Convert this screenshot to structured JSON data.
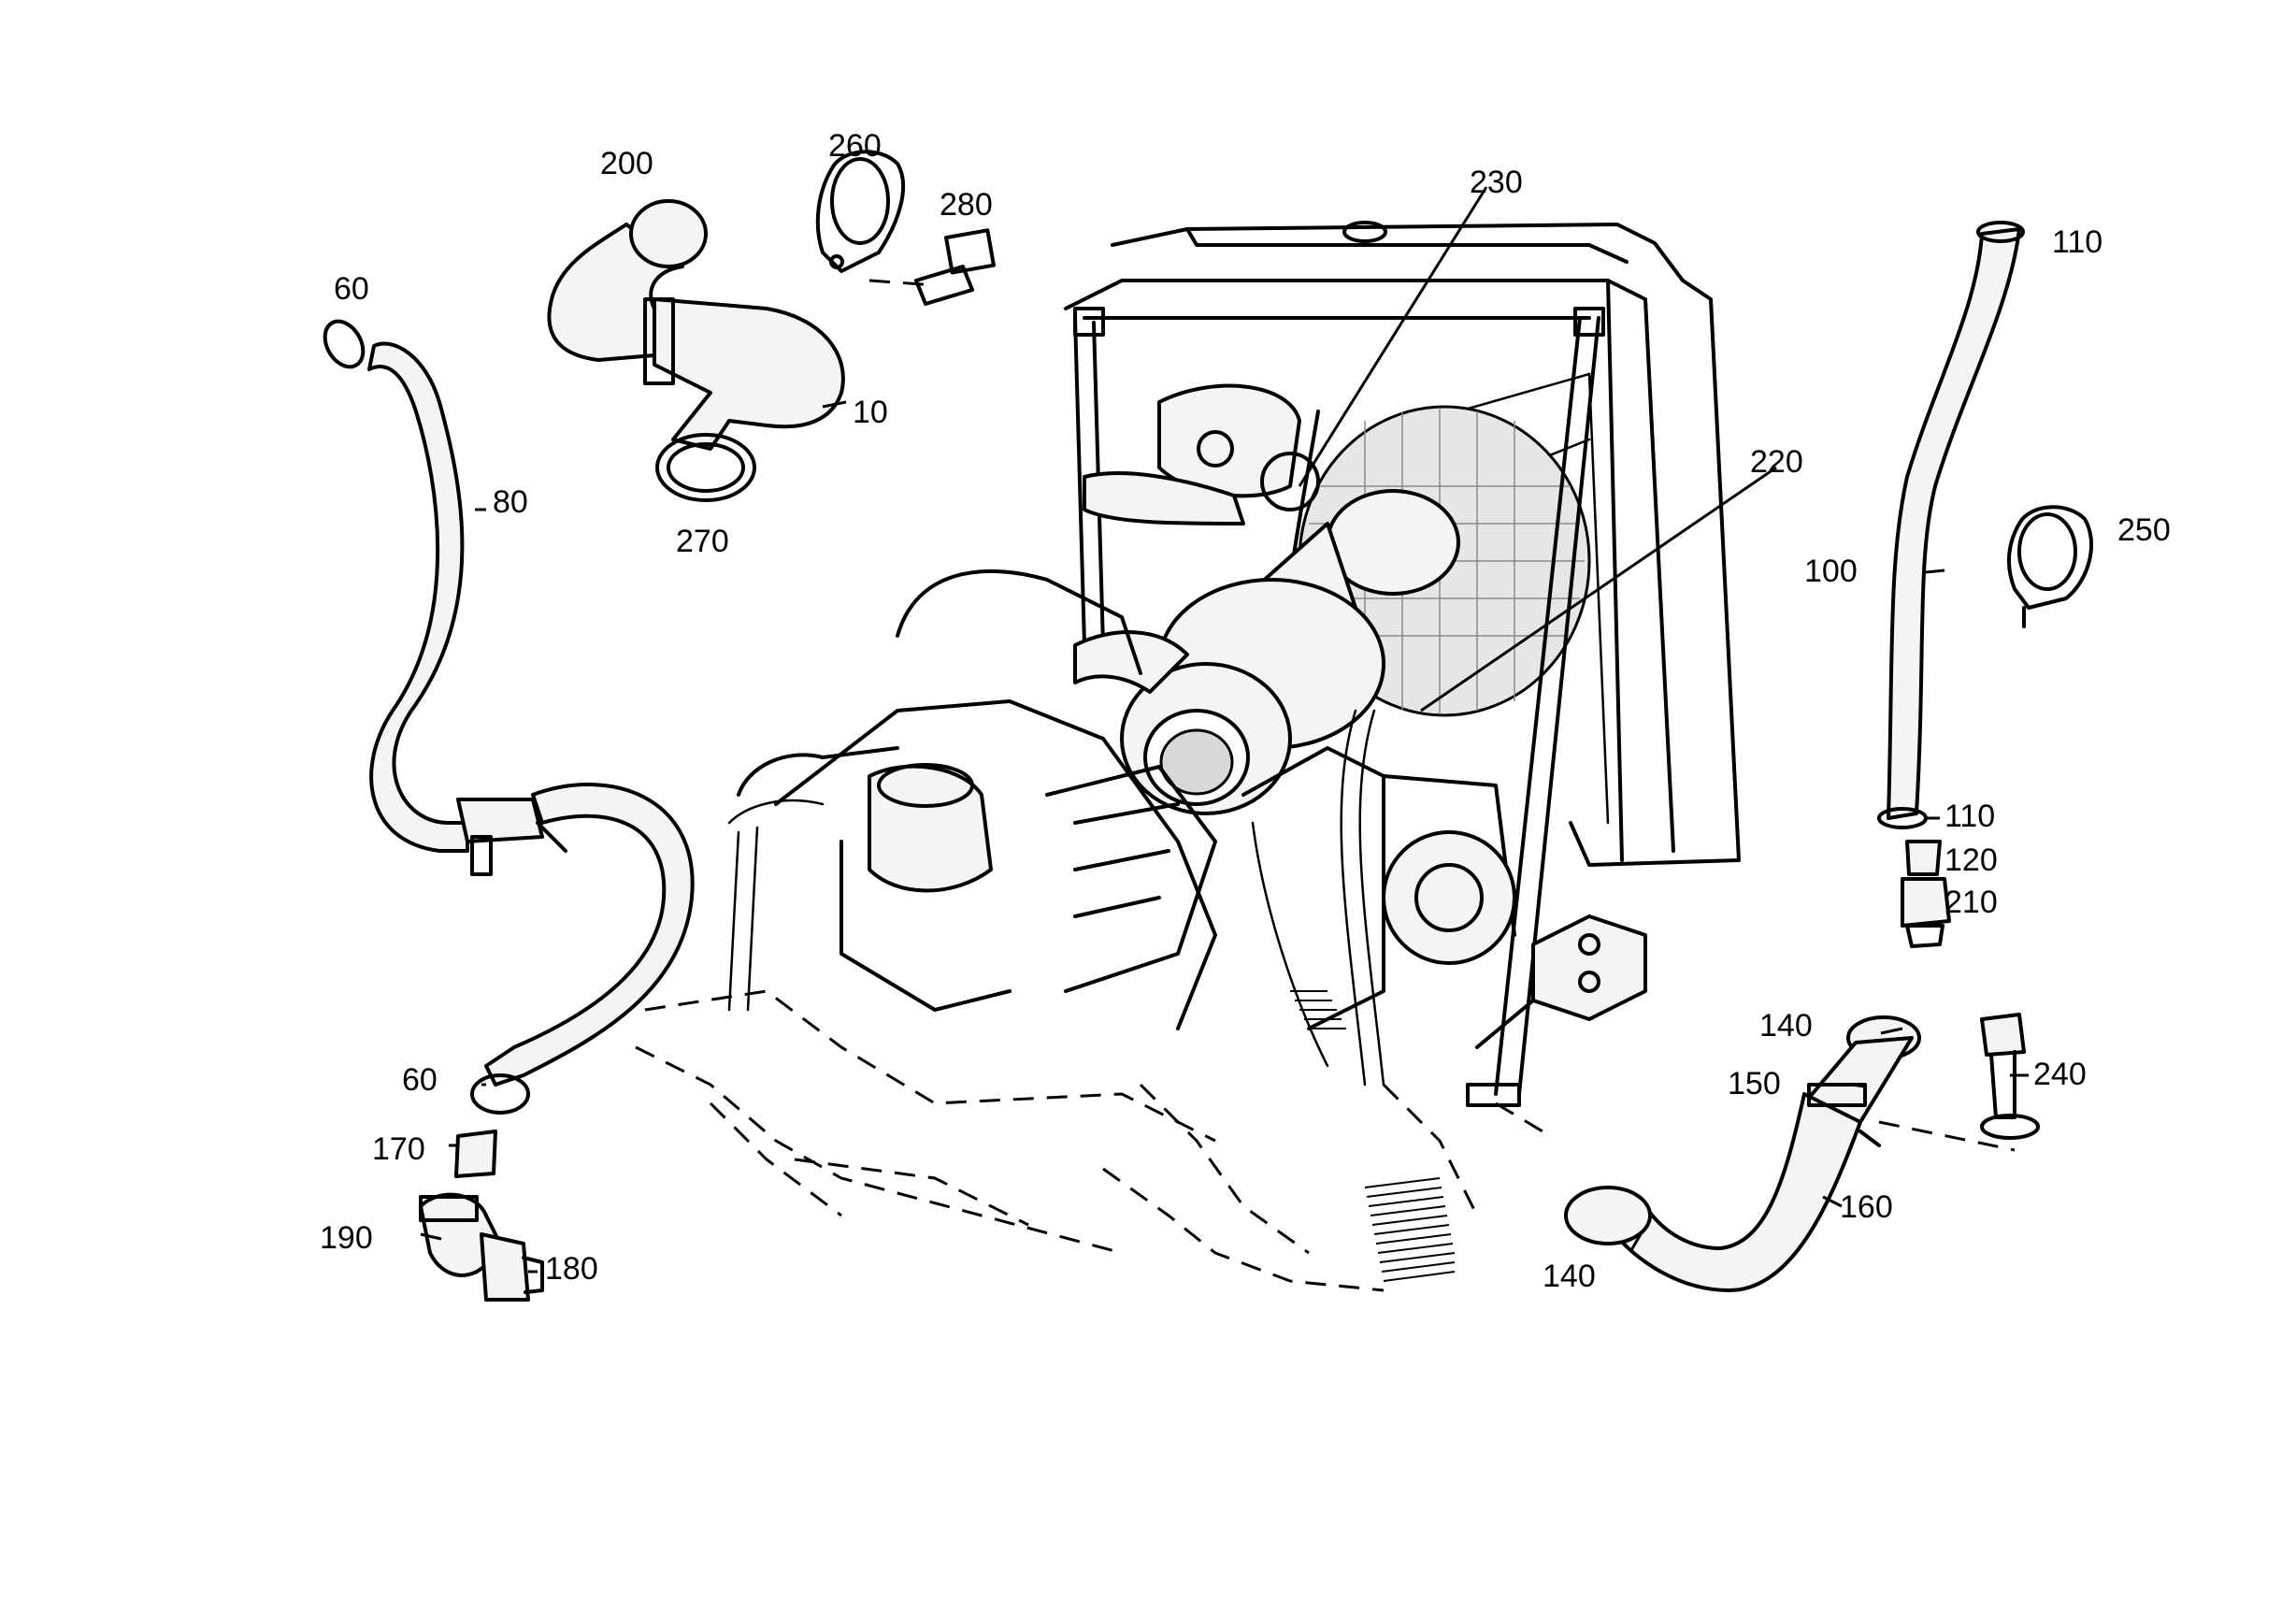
{
  "callouts": {
    "c10": "10",
    "c60_top": "60",
    "c60_bottom": "60",
    "c80": "80",
    "c100": "100",
    "c110_top": "110",
    "c110_mid": "110",
    "c120": "120",
    "c140_top": "140",
    "c140_bottom": "140",
    "c150": "150",
    "c160": "160",
    "c170": "170",
    "c180": "180",
    "c190": "190",
    "c200": "200",
    "c210": "210",
    "c220": "220",
    "c230": "230",
    "c240": "240",
    "c250": "250",
    "c260": "260",
    "c270": "270",
    "c280": "280"
  }
}
